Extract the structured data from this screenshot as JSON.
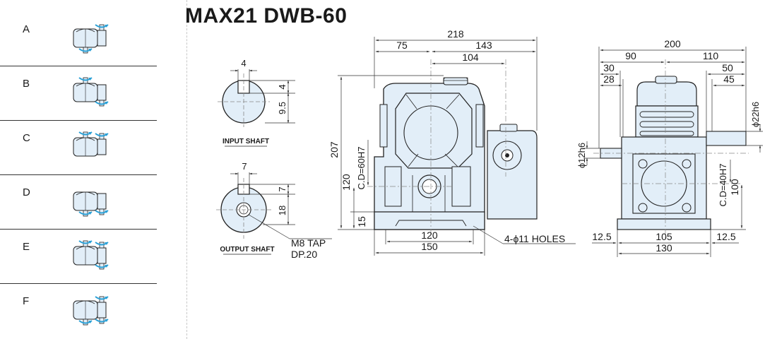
{
  "title": "MAX21 DWB-60",
  "variants": [
    {
      "letter": "A",
      "input": "top",
      "output": "bottom"
    },
    {
      "letter": "B",
      "input": "bottom",
      "output": "top"
    },
    {
      "letter": "C",
      "input": "top",
      "output": "top"
    },
    {
      "letter": "D",
      "input": "bottom",
      "output": "bottom"
    },
    {
      "letter": "E",
      "input": "both",
      "output": "top"
    },
    {
      "letter": "F",
      "input": "both",
      "output": "bottom"
    }
  ],
  "colors": {
    "body": "#e2eef8",
    "arrow": "#2aa0d6",
    "line": "#222222",
    "dim": "#333333"
  },
  "input_shaft": {
    "caption": "INPUT SHAFT",
    "key_width": "4",
    "key_depth": "4",
    "height": "9.5"
  },
  "output_shaft": {
    "caption": "OUTPUT SHAFT",
    "key_width": "7",
    "key_depth": "7",
    "height": "18",
    "tap_1": "M8 TAP",
    "tap_2": "DP.20"
  },
  "front_view": {
    "overall_width": "218",
    "left_part": "75",
    "right_part": "143",
    "input_offset": "104",
    "overall_height": "207",
    "center_height": "120",
    "base_height": "15",
    "bore_label": "C.D=60H7",
    "base_inner": "120",
    "base_outer": "150",
    "holes": "4-ϕ11 HOLES"
  },
  "side_view": {
    "overall_width": "200",
    "left_part": "90",
    "right_part": "110",
    "d30": "30",
    "d28": "28",
    "d50": "50",
    "d45": "45",
    "shaft_large": "ϕ22h6",
    "shaft_small": "ϕ12h6",
    "bore_label": "C.D=40H7",
    "center_height": "100",
    "flange_left": "12.5",
    "base_inner": "105",
    "flange_right": "12.5",
    "base_outer": "130"
  }
}
